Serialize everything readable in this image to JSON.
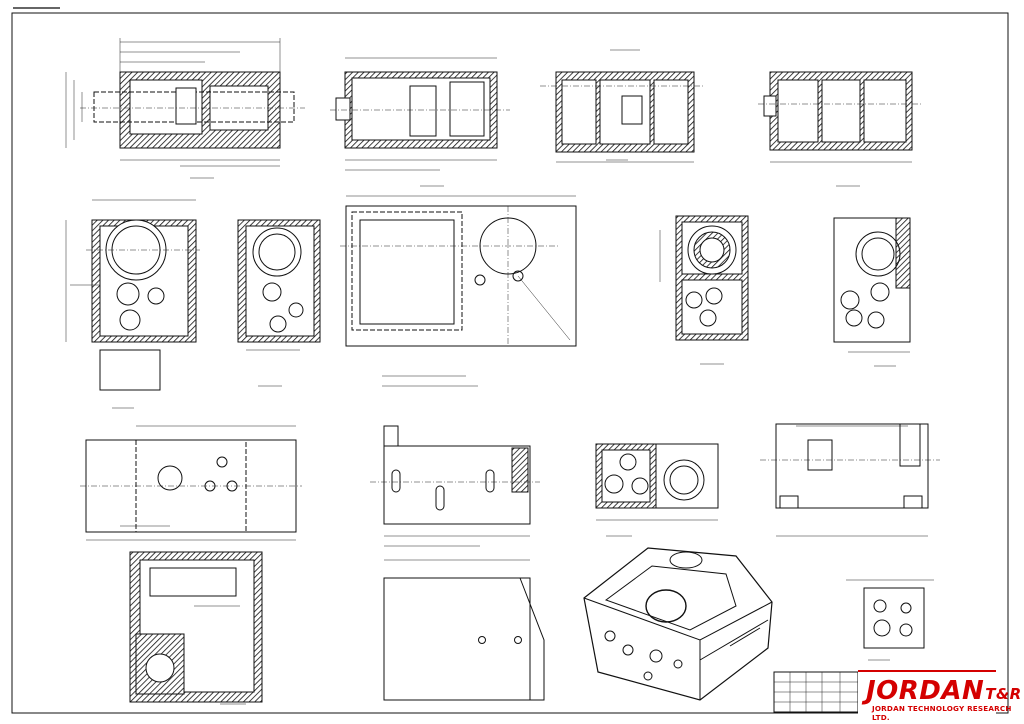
{
  "logo": {
    "brand": "JORDAN",
    "brand_suffix": "T&R",
    "company": "JORDAN TECHNOLOGY RESEARCH LTD.",
    "brand_color": "#d40000"
  },
  "drawing": {
    "line_color": "#111111",
    "background": "#ffffff"
  }
}
